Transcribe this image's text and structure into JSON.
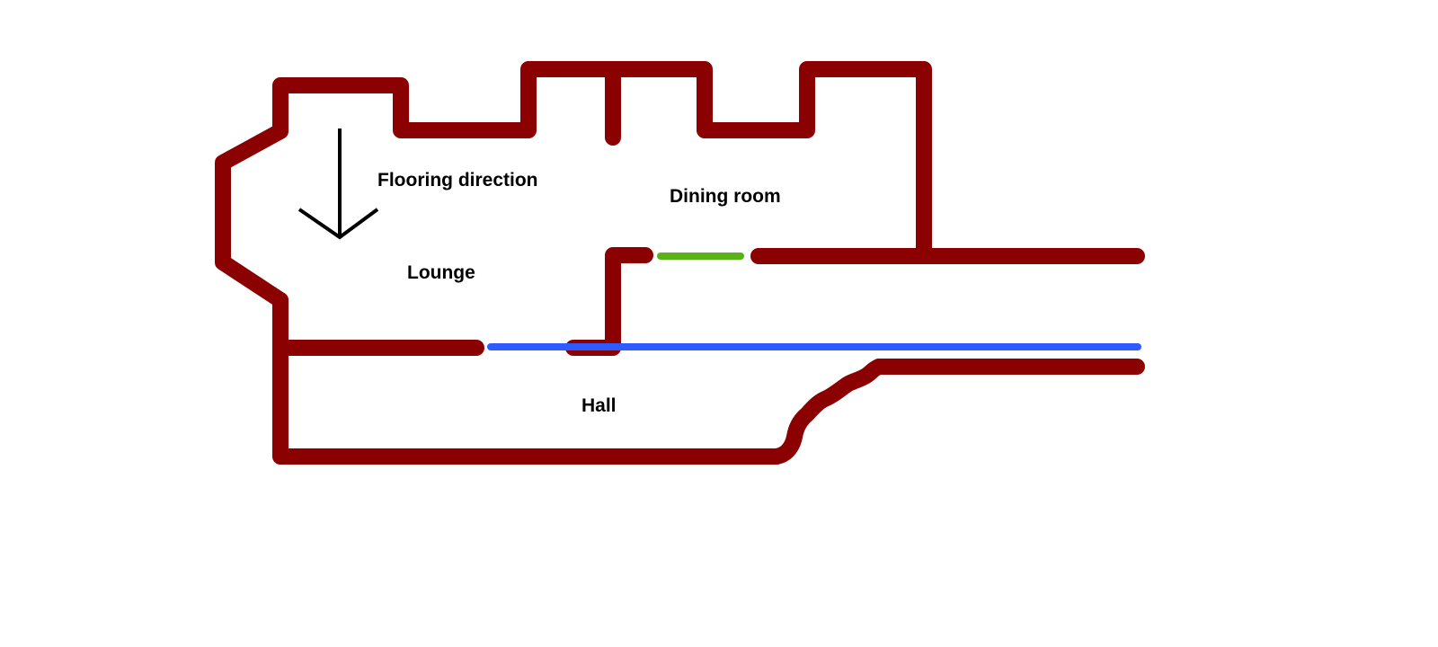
{
  "labels": {
    "flooring_direction": "Flooring direction",
    "dining_room": "Dining room",
    "lounge": "Lounge",
    "hall": "Hall"
  },
  "colors": {
    "wall": "#8b0000",
    "blue_line": "#2e5bff",
    "green_line": "#58b414",
    "arrow": "#000000",
    "text": "#000000",
    "background": "#ffffff"
  },
  "flooring_arrow_direction": "down"
}
